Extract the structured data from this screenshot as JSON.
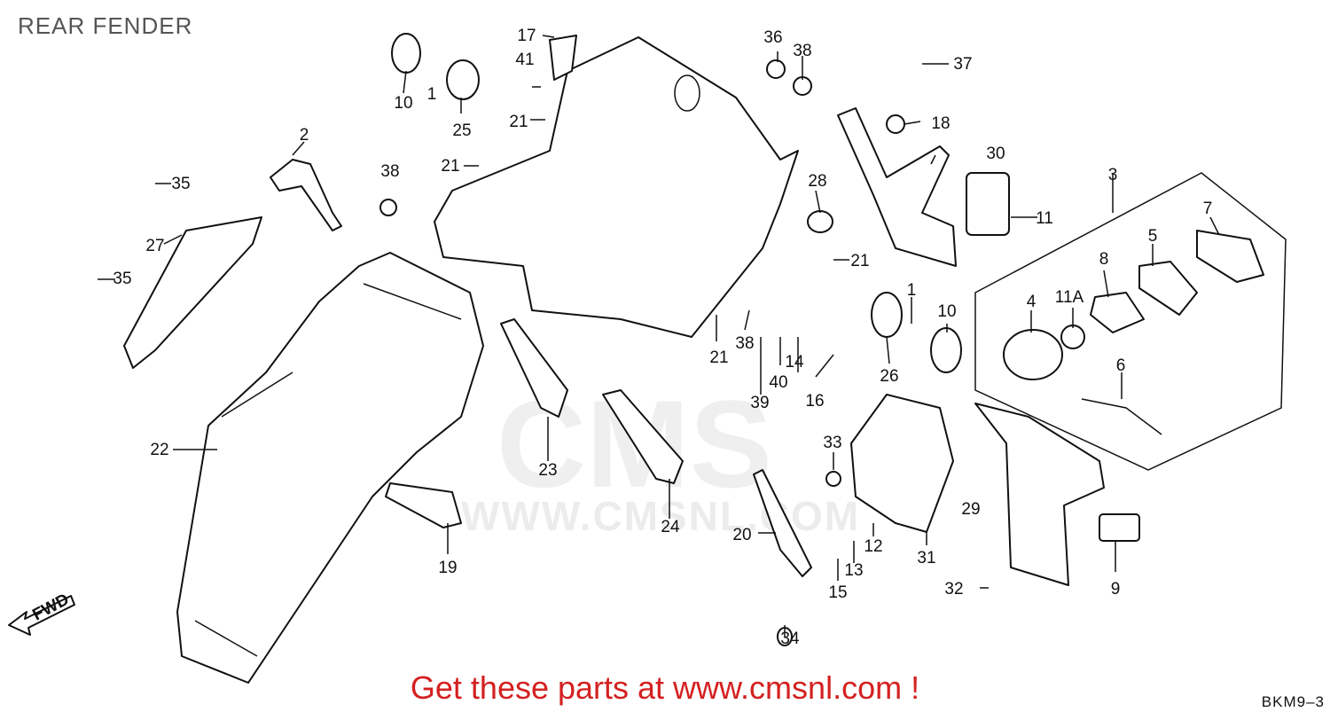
{
  "page": {
    "title": "REAR FENDER",
    "promo": "Get these parts at www.cmsnl.com !",
    "diagram_code": "BKM9–3",
    "fwd_label": "FWD",
    "watermark": "WWW.CMSNL.COM",
    "watermark_logo": "CMS"
  },
  "callouts": [
    {
      "id": "1"
    },
    {
      "id": "2"
    },
    {
      "id": "3"
    },
    {
      "id": "4"
    },
    {
      "id": "5"
    },
    {
      "id": "6"
    },
    {
      "id": "7"
    },
    {
      "id": "8"
    },
    {
      "id": "9"
    },
    {
      "id": "10"
    },
    {
      "id": "11"
    },
    {
      "id": "11A"
    },
    {
      "id": "12"
    },
    {
      "id": "13"
    },
    {
      "id": "14"
    },
    {
      "id": "15"
    },
    {
      "id": "16"
    },
    {
      "id": "17"
    },
    {
      "id": "18"
    },
    {
      "id": "19"
    },
    {
      "id": "20"
    },
    {
      "id": "21"
    },
    {
      "id": "22"
    },
    {
      "id": "23"
    },
    {
      "id": "24"
    },
    {
      "id": "25"
    },
    {
      "id": "26"
    },
    {
      "id": "27"
    },
    {
      "id": "28"
    },
    {
      "id": "29"
    },
    {
      "id": "30"
    },
    {
      "id": "31"
    },
    {
      "id": "32"
    },
    {
      "id": "33"
    },
    {
      "id": "34"
    },
    {
      "id": "35"
    },
    {
      "id": "36"
    },
    {
      "id": "37"
    },
    {
      "id": "38"
    },
    {
      "id": "39"
    },
    {
      "id": "40"
    },
    {
      "id": "41"
    }
  ]
}
